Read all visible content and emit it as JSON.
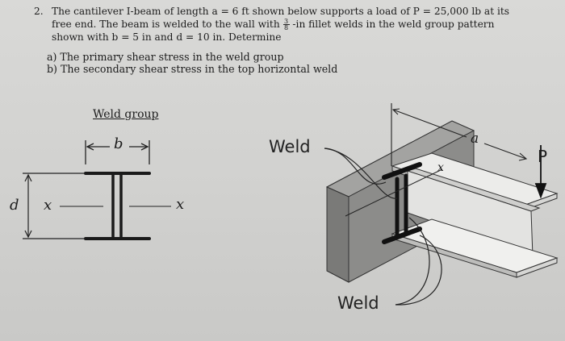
{
  "problem": {
    "number": "2.",
    "line1": "The cantilever I-beam of length a = 6 ft shown below supports a load of P = 25,000 lb at its",
    "line2_a": "free end.  The beam is welded to the wall with",
    "line2_frac_num": "3",
    "line2_frac_den": "8",
    "line2_b": "-in fillet welds in the weld group pattern",
    "line3": "shown with b = 5 in and d = 10 in.  Determine",
    "item_a": "a)  The primary shear stress in the weld group",
    "item_b": "b)  The secondary shear stress in the top horizontal weld"
  },
  "weld_group": {
    "title": "Weld group",
    "b_label": "b",
    "d_label": "d",
    "x_left": "x",
    "x_right": "x"
  },
  "beam_figure": {
    "weld_top": "Weld",
    "weld_bottom": "Weld",
    "a_label": "a",
    "x_label": "x",
    "p_label": "P"
  }
}
